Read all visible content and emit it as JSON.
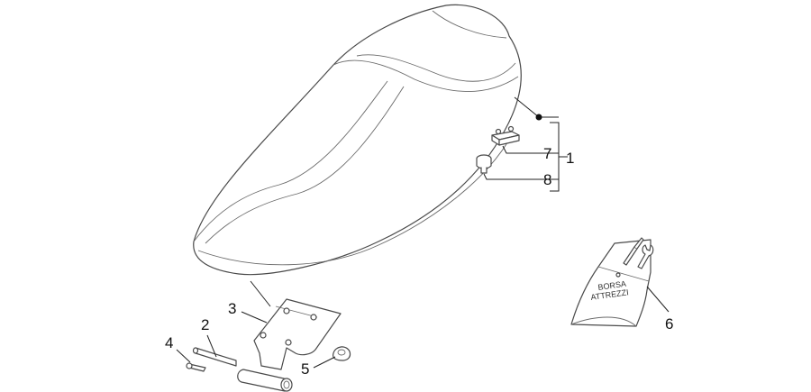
{
  "callouts": {
    "c1": "1",
    "c2": "2",
    "c3": "3",
    "c4": "4",
    "c5": "5",
    "c6": "6",
    "c7": "7",
    "c8": "8"
  },
  "tool_bag": {
    "line1": "BORSA",
    "line2": "ATTREZZI"
  }
}
